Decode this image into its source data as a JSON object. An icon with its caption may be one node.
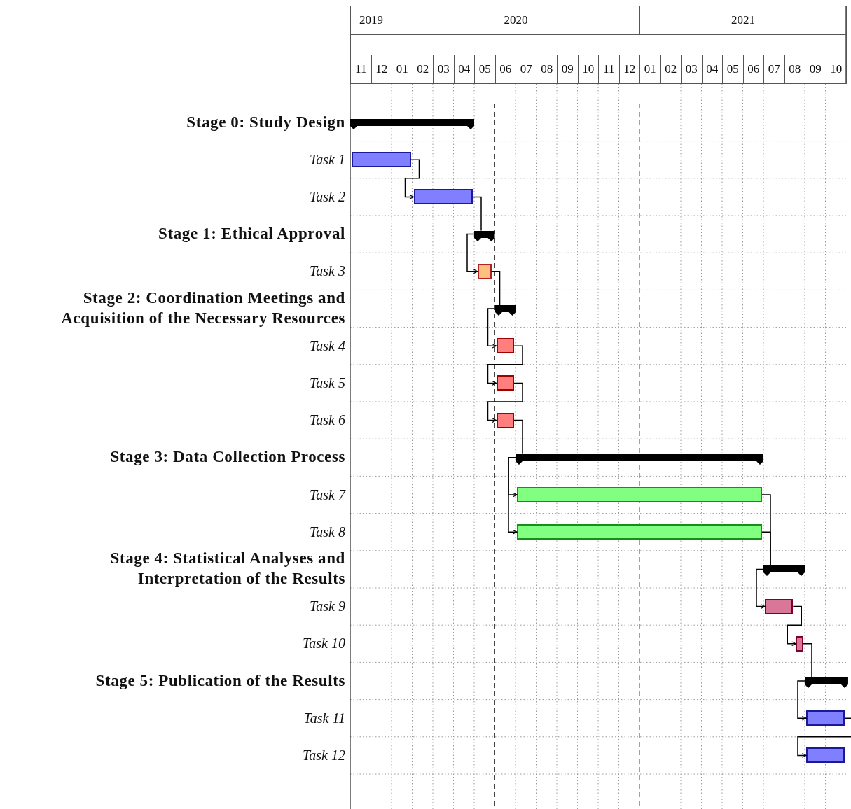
{
  "diagram": {
    "nodes": [
      {
        "text": [],
        "shape": "bar"
      },
      {
        "text": [],
        "shape": "bar"
      },
      {
        "text": [],
        "shape": "bar"
      },
      {
        "text": [],
        "shape": "bar"
      },
      {
        "text": [],
        "shape": "bar"
      },
      {
        "text": [],
        "shape": "bar"
      },
      {
        "text": [],
        "shape": "bar"
      },
      {
        "text": [],
        "shape": "bar"
      },
      {
        "text": [],
        "shape": "bar"
      },
      {
        "text": [],
        "shape": "bar"
      },
      {
        "text": [],
        "shape": "bar"
      },
      {
        "text": [],
        "shape": "bar"
      },
      {
        "text": [],
        "shape": "bar"
      },
      {
        "text": [],
        "shape": "bar"
      },
      {
        "text": [],
        "shape": "bar"
      },
      {
        "text": [],
        "shape": "bar"
      },
      {
        "text": [],
        "shape": "bar"
      },
      {
        "text": [],
        "shape": "bar"
      }
    ],
    "edges": [
      {
        "from": 1,
        "to": 2,
        "arrow": "to"
      },
      {
        "from": 2,
        "to": 3,
        "arrow": "none"
      },
      {
        "from": 3,
        "to": 4,
        "arrow": "to"
      },
      {
        "from": 4,
        "to": 5,
        "arrow": "none"
      },
      {
        "from": 5,
        "to": 6,
        "arrow": "to"
      },
      {
        "from": 6,
        "to": 7,
        "arrow": "to"
      },
      {
        "from": 7,
        "to": 8,
        "arrow": "to"
      },
      {
        "from": 8,
        "to": 9,
        "arrow": "none"
      },
      {
        "from": 9,
        "to": 10,
        "arrow": "to"
      },
      {
        "from": 9,
        "to": 11,
        "arrow": "to"
      },
      {
        "from": 10,
        "to": 12,
        "arrow": "none"
      },
      {
        "from": 11,
        "to": 12,
        "arrow": "none"
      },
      {
        "from": 12,
        "to": 13,
        "arrow": "to"
      },
      {
        "from": 13,
        "to": 14,
        "arrow": "to"
      },
      {
        "from": 14,
        "to": 15,
        "arrow": "none"
      },
      {
        "from": 15,
        "to": 16,
        "arrow": "to"
      },
      {
        "from": 16,
        "to": 17,
        "arrow": "to"
      }
    ],
    "labels": [
      "2019",
      "2020",
      "2021",
      "11",
      "12",
      "01",
      "02",
      "03",
      "04",
      "05",
      "06",
      "07",
      "08",
      "09",
      "10",
      "11",
      "12",
      "01",
      "02",
      "03",
      "04",
      "05",
      "06",
      "07",
      "08",
      "09",
      "10",
      "Stage 0: Study Design",
      "Task 1",
      "Task 2",
      "Stage 1: Ethical Approval",
      "Task 3",
      "Stage 2: Coordination Meetings and Acquisition of the Necessary Resources",
      "Task 4",
      "Task 5",
      "Task 6",
      "Stage 3: Data Collection Process",
      "Task 7",
      "Task 8",
      "Stage 4: Statistical Analyses and Interpretation of the Results",
      "Task 9",
      "Task 10",
      "Stage 5: Publication of the Results",
      "Task 11",
      "Task 12"
    ]
  }
}
